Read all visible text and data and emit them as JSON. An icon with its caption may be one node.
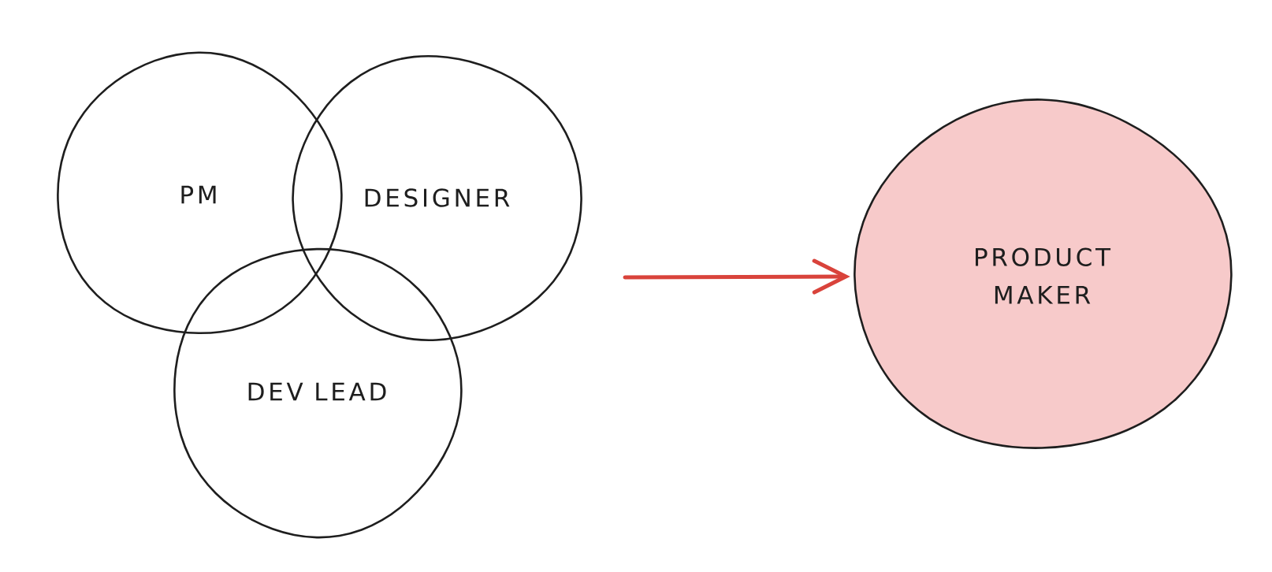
{
  "diagram": {
    "nodes": [
      {
        "text": [
          "PM"
        ]
      },
      {
        "text": [
          "DESIGNER"
        ]
      },
      {
        "text": [
          "DEV LEAD"
        ]
      },
      {
        "text": [
          "PRODUCT MAKER"
        ]
      }
    ],
    "edges": [
      {
        "from": null,
        "to": 3,
        "arrow": "to",
        "color": "#d9433b"
      }
    ]
  }
}
